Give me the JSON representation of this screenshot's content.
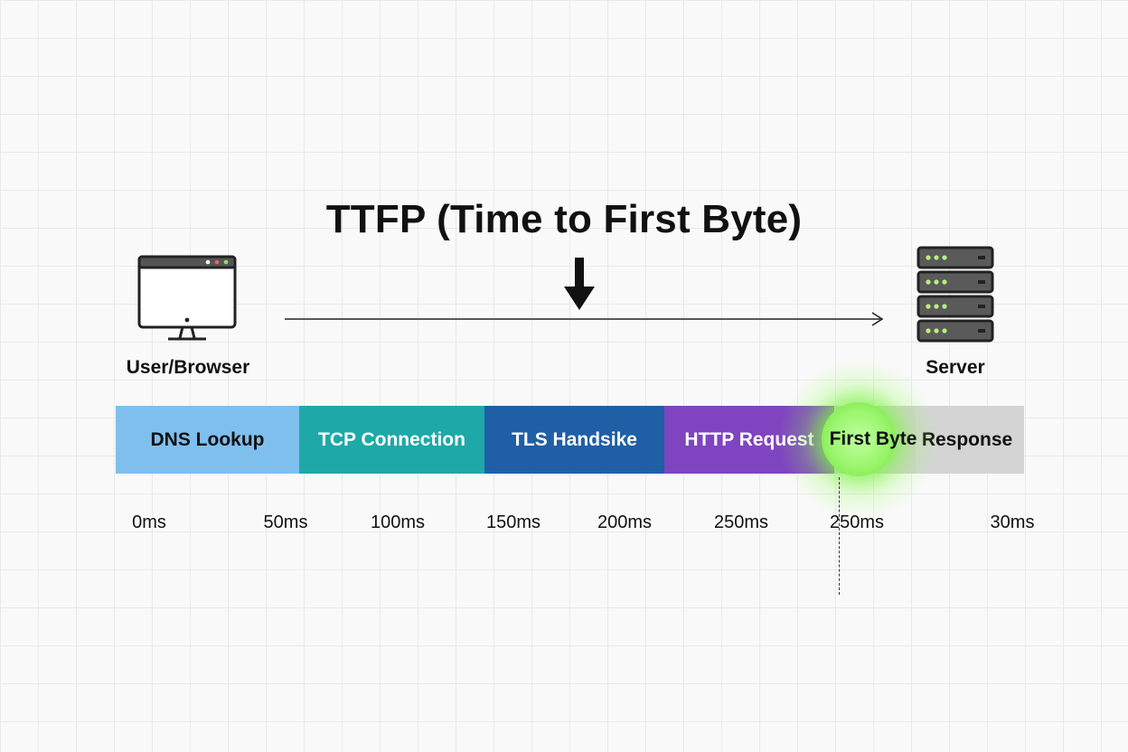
{
  "title": "TTFP (Time to First Byte)",
  "endpoints": {
    "client": {
      "label": "User/Browser",
      "icon": "monitor-icon"
    },
    "server": {
      "label": "Server",
      "icon": "server-rack-icon"
    }
  },
  "phases": [
    {
      "label": "DNS Lookup",
      "color": "#7fbfee",
      "text_color": "#111111"
    },
    {
      "label": "TCP Connection",
      "color": "#1ea8a8",
      "text_color": "#ffffff"
    },
    {
      "label": "TLS Handsike",
      "color": "#1f5fa6",
      "text_color": "#ffffff"
    },
    {
      "label": "HTTP Request",
      "color": "#7f44bf",
      "text_color": "#ffffff"
    },
    {
      "label": "First Byte",
      "color": "#cfcfcf",
      "text_color": "#111111",
      "highlight_color": "#8ef05a"
    },
    {
      "label": "Response",
      "color": "#d4d4d4",
      "text_color": "#111111"
    }
  ],
  "timeline_ticks": [
    "0ms",
    "50ms",
    "100ms",
    "150ms",
    "200ms",
    "250ms",
    "250ms",
    "30ms"
  ]
}
